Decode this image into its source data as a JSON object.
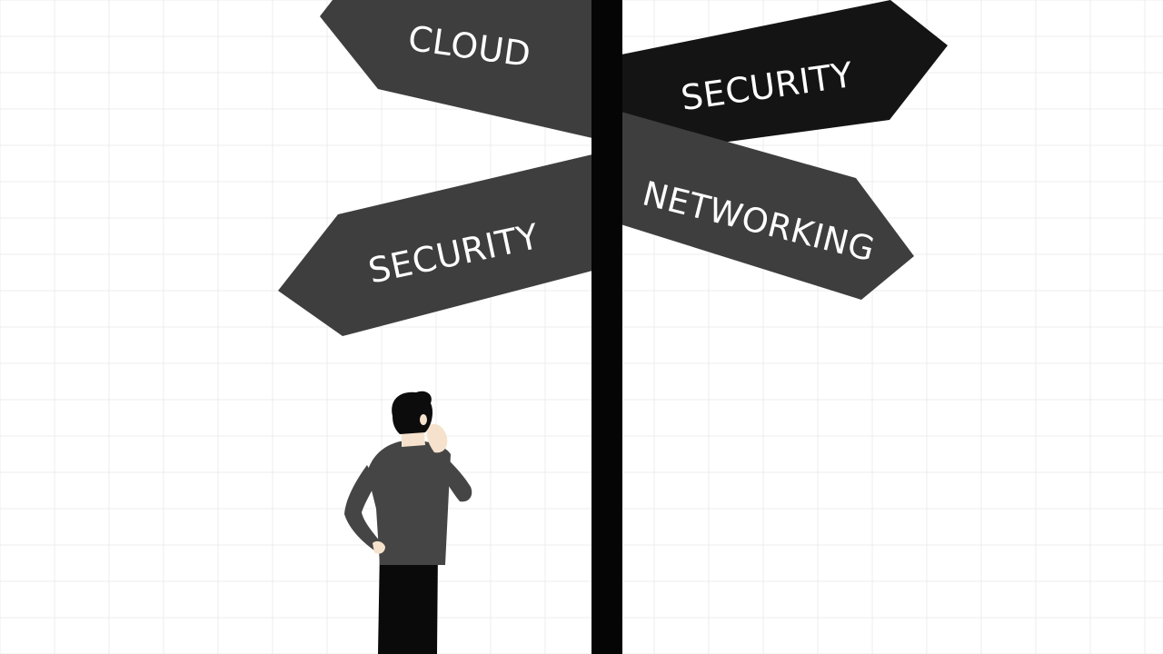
{
  "colors": {
    "background": "#ffffff",
    "grid": "#ececec",
    "sign_dark": "#141414",
    "sign_medium": "#3e3e3e",
    "pole": "#050505",
    "sign_text": "#ffffff",
    "shirt": "#454545",
    "pants": "#0a0a0a",
    "skin": "#f6e2cc",
    "hair": "#0c0c0c"
  },
  "signs": {
    "cloud": {
      "label": "CLOUD"
    },
    "security_right": {
      "label": "SECURITY"
    },
    "security_left": {
      "label": "SECURITY"
    },
    "networking": {
      "label": "NETWORKING"
    }
  },
  "figure": {
    "description_icon": "thinking-person-icon"
  }
}
